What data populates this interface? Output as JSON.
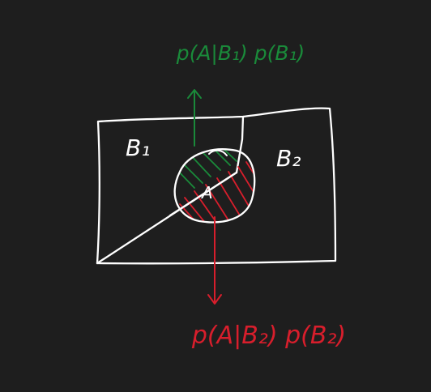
{
  "colors": {
    "background": "#1e1e1e",
    "ink": "#ffffff",
    "green": "#1a8a3a",
    "red": "#d81e2c"
  },
  "labels": {
    "top_formula": "p(A|B₁) p(B₁)",
    "bottom_formula": "p(A|B₂) p(B₂)",
    "region_b1": "B₁",
    "region_b2": "B₂",
    "event_a": "A"
  }
}
